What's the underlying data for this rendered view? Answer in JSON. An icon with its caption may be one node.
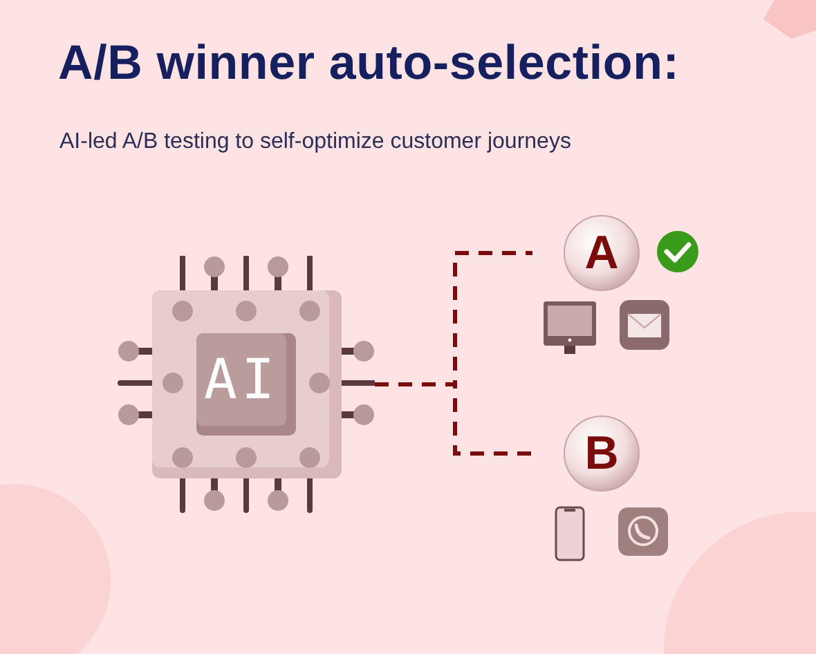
{
  "diagram": {
    "title": "A/B winner auto-selection:",
    "caption": "AI-led A/B testing to self-optimize customer journeys",
    "nodes": [
      {
        "text": [
          "AI"
        ]
      },
      {
        "text": [
          "A"
        ]
      },
      {
        "text": [
          "B"
        ]
      }
    ],
    "edges": [
      {
        "from": 0,
        "to": 1,
        "arrow": "none",
        "style": "dashed"
      },
      {
        "from": 0,
        "to": 2,
        "arrow": "none",
        "style": "dashed"
      }
    ]
  }
}
